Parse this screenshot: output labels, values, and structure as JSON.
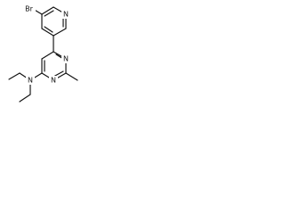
{
  "structure": {
    "atoms": {
      "bromine": "Br",
      "pyridine_nitrogen": "N",
      "pyrimidine_nitrogen_top": "N",
      "pyrimidine_nitrogen_bottom": "N",
      "amine_nitrogen": "N"
    }
  }
}
